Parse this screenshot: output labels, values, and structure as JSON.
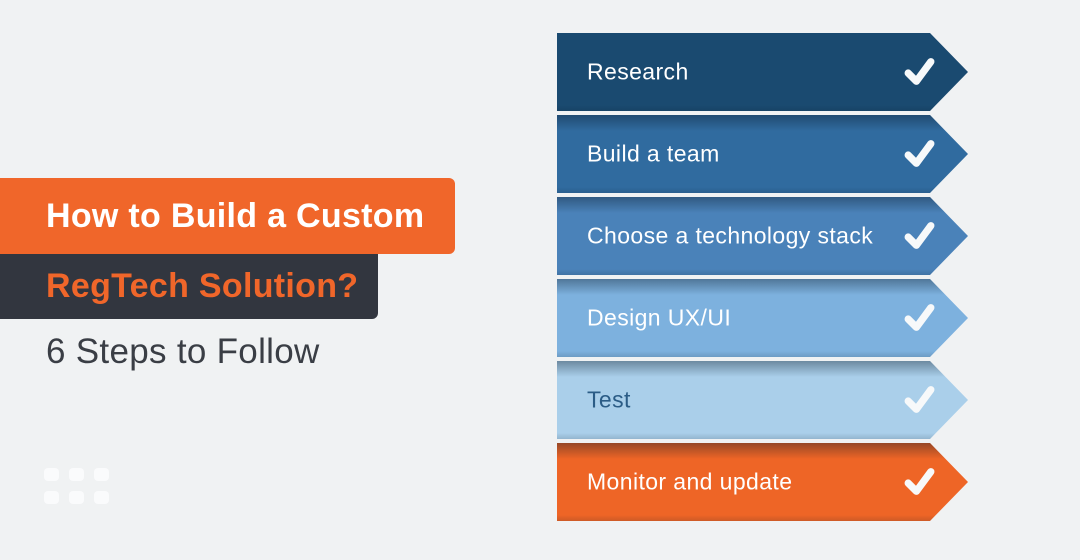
{
  "canvas": {
    "background": "#f0f2f3"
  },
  "colors": {
    "accent_orange": "#f0662a",
    "dark_box": "#32363f",
    "subtitle_text": "#3a3e45",
    "check_white": "#f7f9fa"
  },
  "header": {
    "title_line1": "How to Build a Custom",
    "title_line2": "RegTech Solution?",
    "subtitle": "6 Steps to Follow"
  },
  "steps": [
    {
      "label": "Research",
      "bg": "#1a4a70",
      "text_color": "#ffffff",
      "icon": "check-icon"
    },
    {
      "label": "Build a team",
      "bg": "#306b9f",
      "text_color": "#ffffff",
      "icon": "check-icon"
    },
    {
      "label": "Choose a technology stack",
      "bg": "#4a82b9",
      "text_color": "#ffffff",
      "icon": "check-icon"
    },
    {
      "label": "Design UX/UI",
      "bg": "#7db1de",
      "text_color": "#ffffff",
      "icon": "check-icon"
    },
    {
      "label": "Test",
      "bg": "#aacfea",
      "text_color": "#2b5c86",
      "icon": "check-icon"
    },
    {
      "label": "Monitor and update",
      "bg": "#ee6526",
      "text_color": "#ffffff",
      "icon": "check-icon"
    }
  ]
}
